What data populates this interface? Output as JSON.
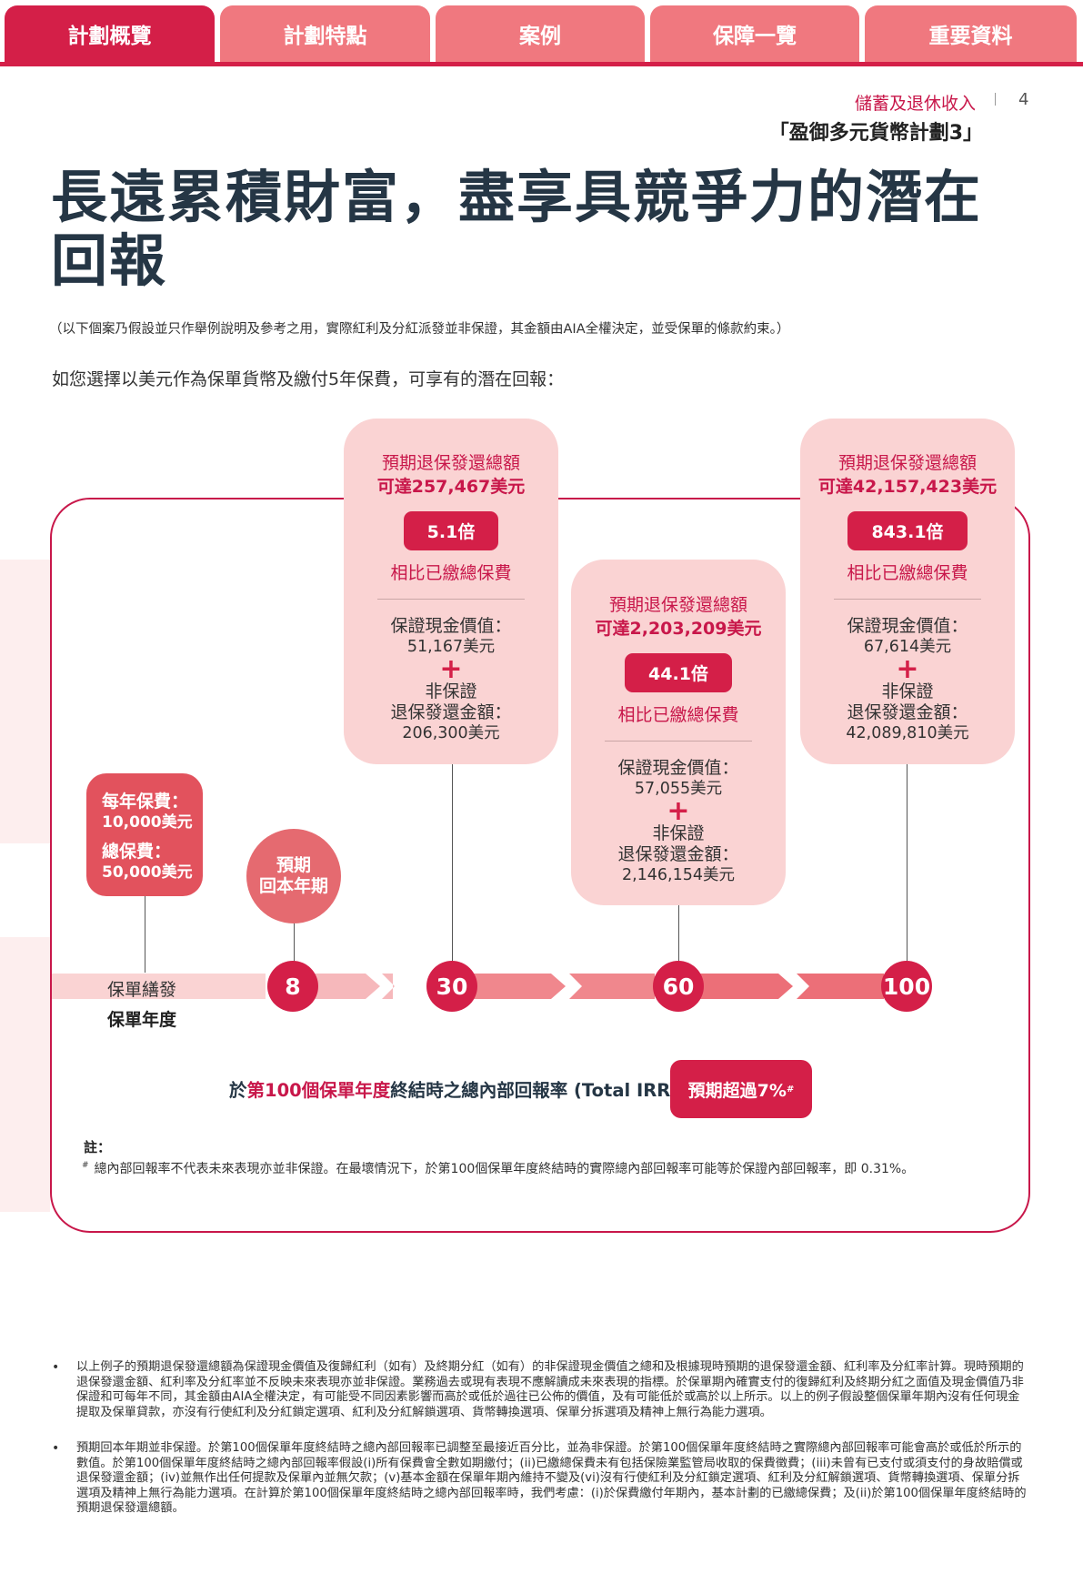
{
  "tabs": [
    {
      "label": "計劃概覽",
      "active": true
    },
    {
      "label": "計劃特點",
      "active": false
    },
    {
      "label": "案例",
      "active": false
    },
    {
      "label": "保障一覽",
      "active": false
    },
    {
      "label": "重要資料",
      "active": false
    }
  ],
  "header": {
    "category": "儲蓄及退休收入",
    "page_number": "4",
    "plan_name": "「盈御多元貨幣計劃3」"
  },
  "title_line1": "長遠累積財富，盡享具競爭力的潛在",
  "title_line2": "回報",
  "disclaimer": "（以下個案乃假設並只作舉例說明及參考之用，實際紅利及分紅派發並非保證，其金額由AIA全權決定，並受保單的條款約束。）",
  "intro": "如您選擇以美元作為保單貨幣及繳付5年保費，可享有的潛在回報：",
  "cards": [
    {
      "heading": "預期退保發還總額",
      "amount": "可達257,467美元",
      "multiple": "5.1倍",
      "compare": "相比已繳總保費",
      "guaranteed_label": "保證現金價值：",
      "guaranteed_value": "51,167美元",
      "plus": "+",
      "nonguar_label1": "非保證",
      "nonguar_label2": "退保發還金額：",
      "nonguar_value": "206,300美元"
    },
    {
      "heading": "預期退保發還總額",
      "amount": "可達2,203,209美元",
      "multiple": "44.1倍",
      "compare": "相比已繳總保費",
      "guaranteed_label": "保證現金價值：",
      "guaranteed_value": "57,055美元",
      "plus": "+",
      "nonguar_label1": "非保證",
      "nonguar_label2": "退保發還金額：",
      "nonguar_value": "2,146,154美元"
    },
    {
      "heading": "預期退保發還總額",
      "amount": "可達42,157,423美元",
      "multiple": "843.1倍",
      "compare": "相比已繳總保費",
      "guaranteed_label": "保證現金價值：",
      "guaranteed_value": "67,614美元",
      "plus": "+",
      "nonguar_label1": "非保證",
      "nonguar_label2": "退保發還金額：",
      "nonguar_value": "42,089,810美元"
    }
  ],
  "premium": {
    "annual_label": "每年保費：",
    "annual_value": "10,000美元",
    "total_label": "總保費：",
    "total_value": "50,000美元"
  },
  "breakeven": {
    "line1": "預期",
    "line2": "回本年期"
  },
  "timeline": {
    "start_label": "保單繕發",
    "axis_label": "保單年度",
    "years": [
      "8",
      "30",
      "60",
      "100"
    ]
  },
  "irr": {
    "prefix": "於",
    "highlight": "第100個保單年度",
    "suffix": "終結時之總內部回報率 (Total IRR)",
    "badge": "預期超過7%",
    "badge_mark": "#"
  },
  "note": {
    "heading": "註：",
    "mark": "#",
    "text": "總內部回報率不代表未來表現亦並非保證。在最壞情況下，於第100個保單年度終結時的實際總內部回報率可能等於保證內部回報率，即 0.31%。"
  },
  "footnotes": [
    "以上例子的預期退保發還總額為保證現金價值及復歸紅利（如有）及終期分紅（如有）的非保證現金價值之總和及根據現時預期的退保發還金額、紅利率及分紅率計算。現時預期的退保發還金額、紅利率及分紅率並不反映未來表現亦並非保證。業務過去或現有表現不應解讀成未來表現的指標。於保單期內確實支付的復歸紅利及終期分紅之面值及現金價值乃非保證和可每年不同，其金額由AIA全權決定，有可能受不同因素影響而高於或低於過往已公佈的價值，及有可能低於或高於以上所示。以上的例子假設整個保單年期內沒有任何現金提取及保單貸款，亦沒有行使紅利及分紅鎖定選項、紅利及分紅解鎖選項、貨幣轉換選項、保單分拆選項及精神上無行為能力選項。",
    "預期回本年期並非保證。於第100個保單年度終結時之總內部回報率已調整至最接近百分比，並為非保證。於第100個保單年度終結時之實際總內部回報率可能會高於或低於所示的數值。於第100個保單年度終結時之總內部回報率假設(i)所有保費會全數如期繳付；(ii)已繳總保費未有包括保險業監管局收取的保費徵費；(iii)未曾有已支付或須支付的身故賠償或退保發還金額；(iv)並無作出任何提款及保單內並無欠款；(v)基本金額在保單年期內維持不變及(vi)沒有行使紅利及分紅鎖定選項、紅利及分紅解鎖選項、貨幣轉換選項、保單分拆選項及精神上無行為能力選項。在計算於第100個保單年度終結時之總內部回報率時，我們考慮：(i)於保費繳付年期內，基本計劃的已繳總保費；及(ii)於第100個保單年度終結時的預期退保發還總額。"
  ]
}
